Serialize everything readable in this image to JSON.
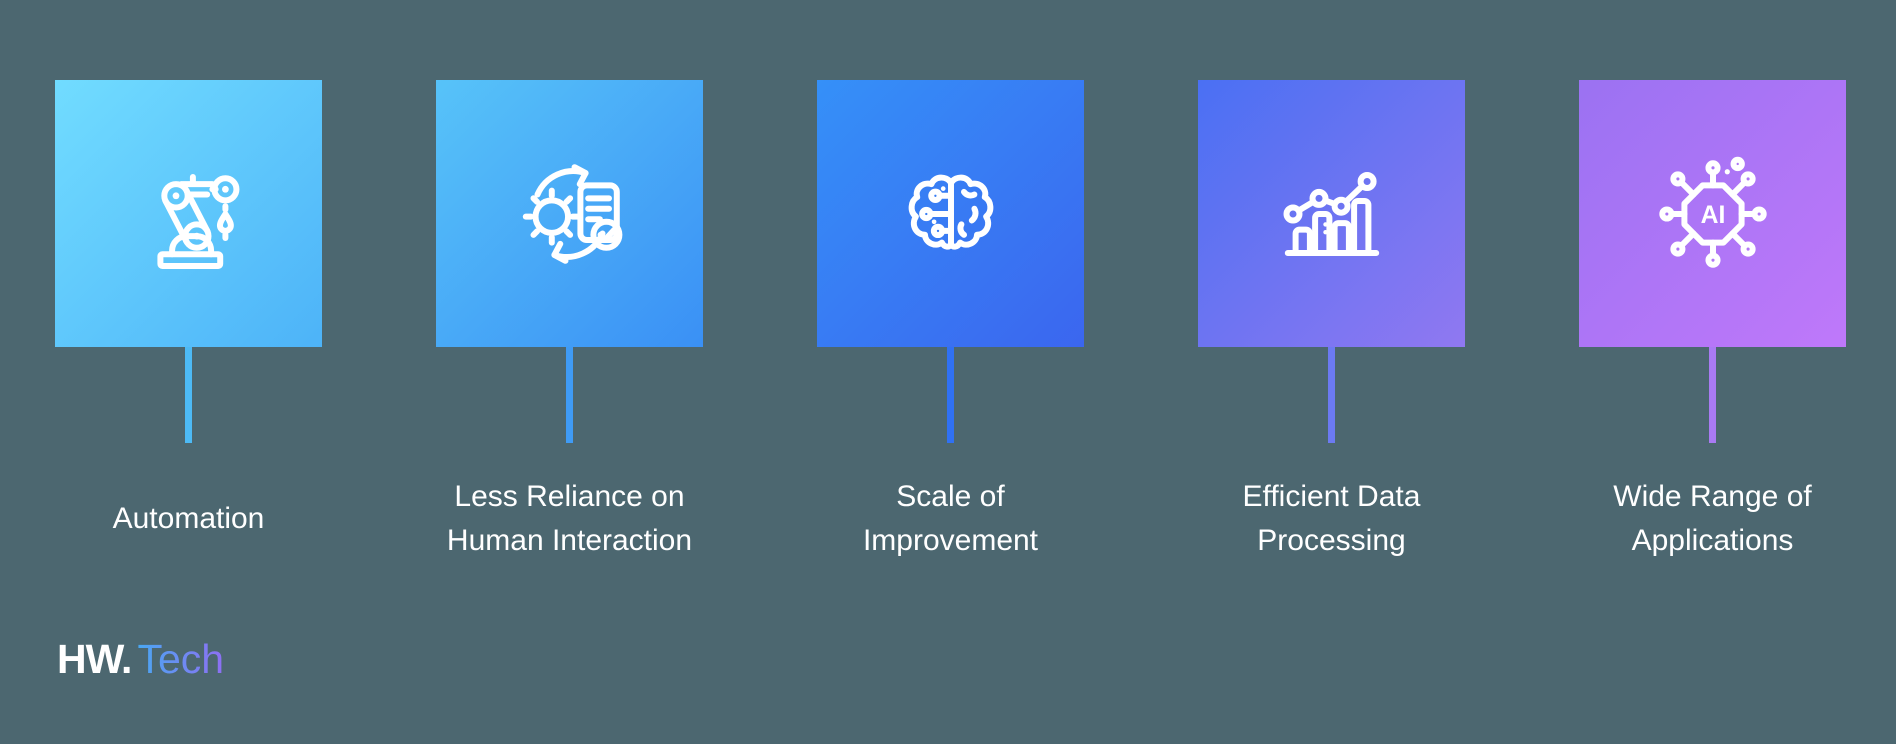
{
  "background_color": "#4C6770",
  "cards": [
    {
      "title": "Automation",
      "lines": [
        "Automation",
        ""
      ],
      "icon": "robot-arm-icon",
      "gradient_start": "#71DCFF",
      "gradient_end": "#4DB3F8",
      "connector_color": "#4DBAF5"
    },
    {
      "title": "Less Reliance on Human Interaction",
      "lines": [
        "Less Reliance on",
        "Human Interaction"
      ],
      "icon": "gear-document-sync-icon",
      "gradient_start": "#57C3F9",
      "gradient_end": "#3A90F5",
      "connector_color": "#3F9BF5"
    },
    {
      "title": "Scale of Improvement",
      "lines": [
        "Scale of",
        "Improvement"
      ],
      "icon": "brain-circuit-icon",
      "gradient_start": "#3590F8",
      "gradient_end": "#3B66EF",
      "connector_color": "#3071F3"
    },
    {
      "title": "Efficient Data Processing",
      "lines": [
        "Efficient Data",
        "Processing"
      ],
      "icon": "bar-chart-trend-icon",
      "gradient_start": "#4A70F3",
      "gradient_end": "#9078F1",
      "connector_color": "#6C7AF2"
    },
    {
      "title": "Wide Range of Applications",
      "lines": [
        "Wide Range of",
        "Applications"
      ],
      "icon": "ai-chip-icon",
      "gradient_start": "#9B72F2",
      "gradient_end": "#BF78FA",
      "connector_color": "#A97AF3"
    }
  ],
  "chip_label": "AI",
  "logo": {
    "brand": "HW.",
    "suffix": "Tech",
    "suffix_gradient_start": "#49A8F2",
    "suffix_gradient_end": "#8E6FF3"
  }
}
